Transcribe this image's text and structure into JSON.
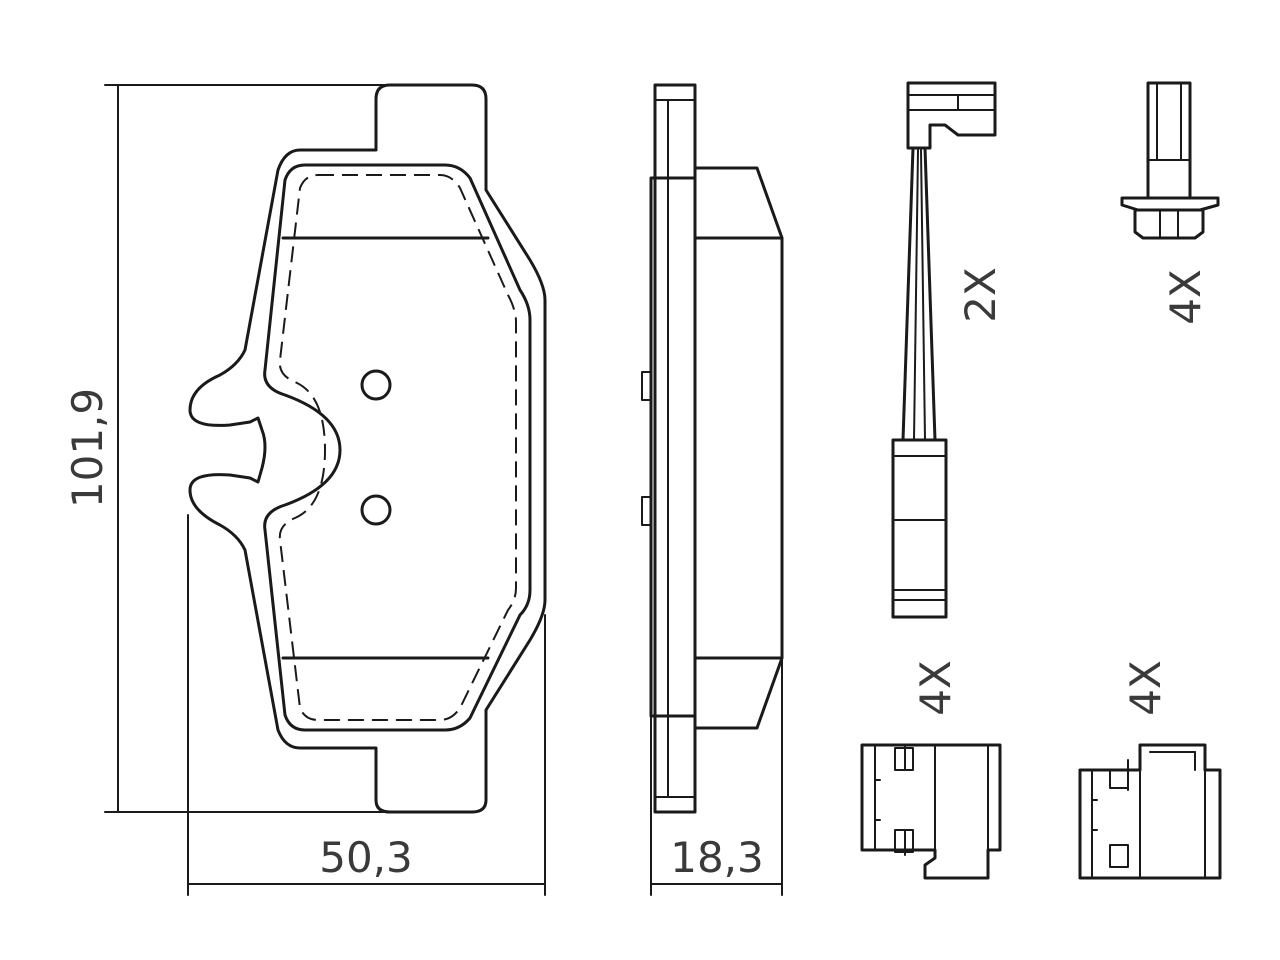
{
  "dimensions": {
    "height": "101,9",
    "width": "50,3",
    "thickness": "18,3"
  },
  "quantities": {
    "wear_sensor": "2X",
    "bolt": "4X",
    "clip_left": "4X",
    "clip_right": "4X"
  }
}
